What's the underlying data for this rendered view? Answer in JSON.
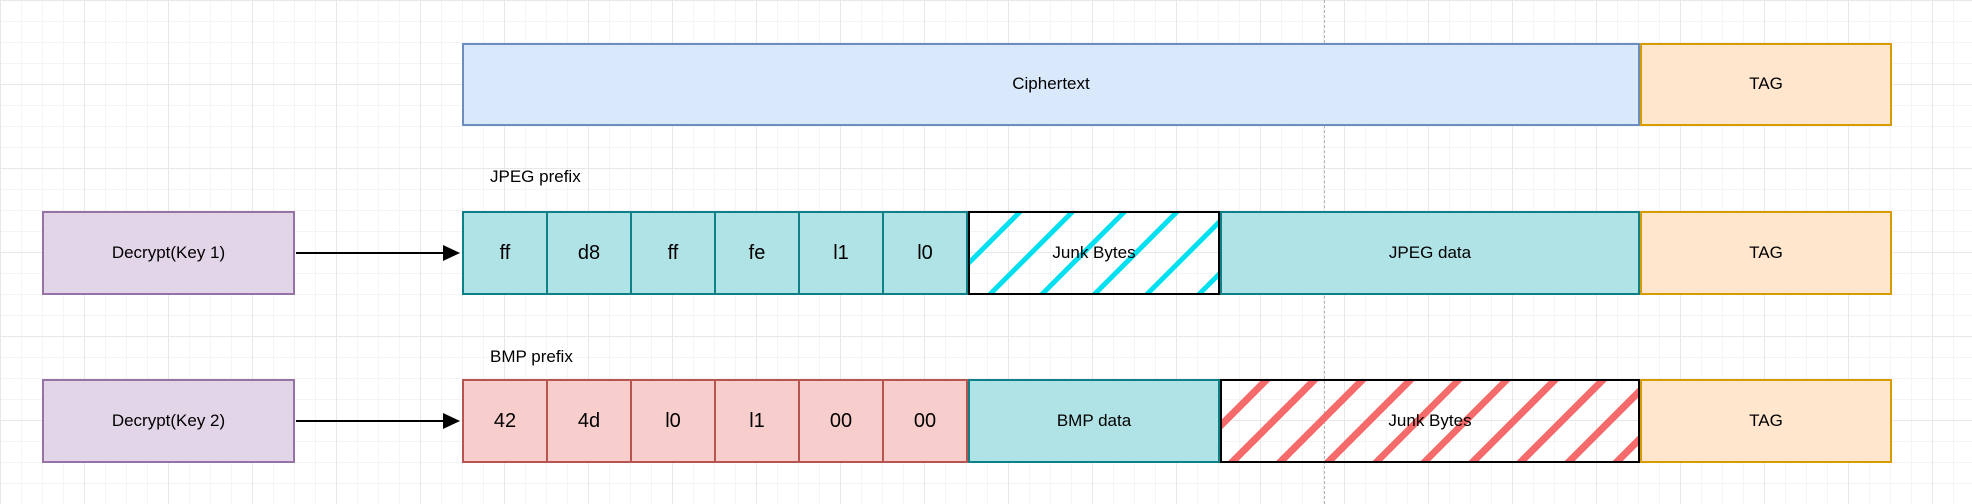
{
  "diagram": {
    "title_note": "",
    "ciphertext_row": {
      "main_label": "Ciphertext",
      "tag_label": "TAG"
    },
    "jpeg_row": {
      "decrypt_label": "Decrypt(Key 1)",
      "prefix_label": "JPEG prefix",
      "cells": [
        "ff",
        "d8",
        "ff",
        "fe",
        "l1",
        "l0"
      ],
      "junk_label": "Junk Bytes",
      "data_label": "JPEG data",
      "tag_label": "TAG"
    },
    "bmp_row": {
      "decrypt_label": "Decrypt(Key 2)",
      "prefix_label": "BMP prefix",
      "cells": [
        "42",
        "4d",
        "l0",
        "l1",
        "00",
        "00"
      ],
      "data_label": "BMP data",
      "junk_label": "Junk Bytes",
      "tag_label": "TAG"
    },
    "colors": {
      "ciphertext_fill": "#dae8fc",
      "ciphertext_stroke": "#6c8ebf",
      "tag_fill": "#ffe6cc",
      "tag_stroke": "#d79b00",
      "decrypt_fill": "#e1d5e7",
      "decrypt_stroke": "#9673a6",
      "teal_fill": "#b0e3e6",
      "teal_stroke": "#0e8088",
      "red_fill": "#f8cecc",
      "red_stroke": "#b85450",
      "cyan_hatch_stripe": "#00e0f0",
      "red_hatch_stripe": "#f56b6b",
      "arrow": "#000000"
    }
  }
}
